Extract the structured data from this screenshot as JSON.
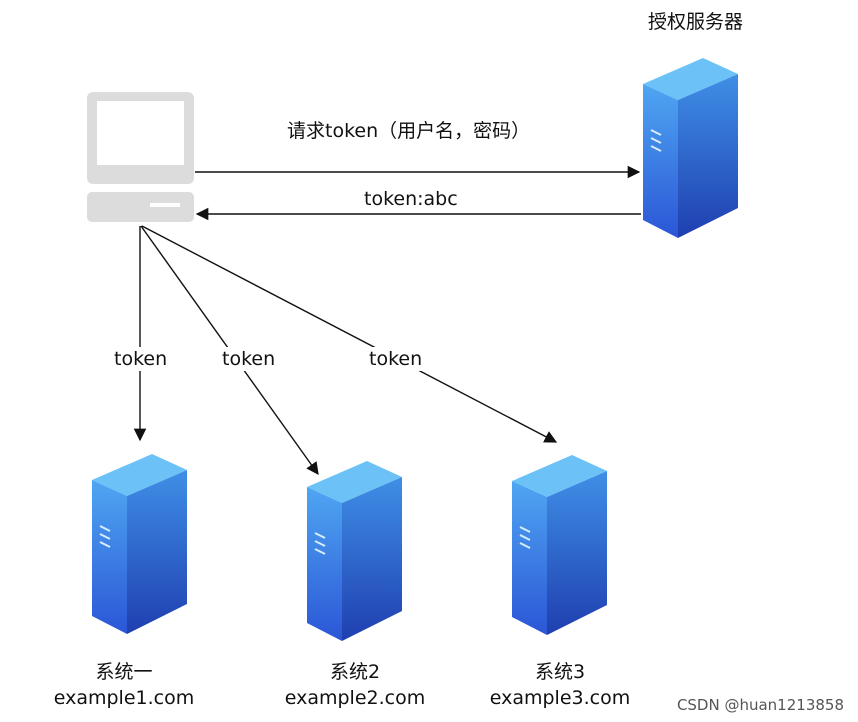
{
  "nodes": {
    "client": {
      "icon": "computer-icon"
    },
    "auth_server": {
      "title": "授权服务器",
      "icon": "server-icon"
    },
    "systems": [
      {
        "title": "系统一",
        "domain": "example1.com",
        "icon": "server-icon"
      },
      {
        "title": "系统2",
        "domain": "example2.com",
        "icon": "server-icon"
      },
      {
        "title": "系统3",
        "domain": "example3.com",
        "icon": "server-icon"
      }
    ]
  },
  "edges": {
    "request": {
      "label": "请求token（用户名，密码）"
    },
    "response": {
      "label": "token:abc"
    },
    "to_system1": {
      "label": "token"
    },
    "to_system2": {
      "label": "token"
    },
    "to_system3": {
      "label": "token"
    }
  },
  "colors": {
    "server_front": "#2f68df",
    "server_side": "#1f4fc2",
    "server_top": "#5fb6f5",
    "monitor": "#dcdcdc",
    "arrow": "#111111"
  },
  "watermark": "CSDN @huan1213858"
}
